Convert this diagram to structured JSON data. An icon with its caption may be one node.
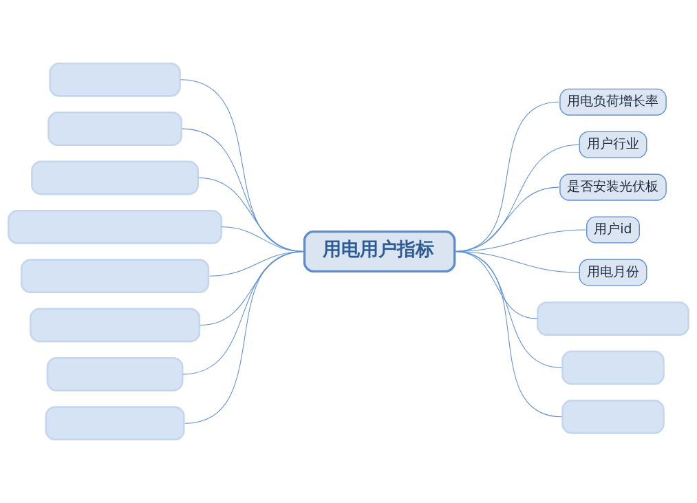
{
  "diagram": {
    "nodes": [
      {
        "text": [
          "用电用户指标"
        ]
      },
      {
        "text": [
          "用电负荷增长率"
        ]
      },
      {
        "text": [
          "用户行业"
        ]
      },
      {
        "text": [
          "是否安装光伏板"
        ]
      },
      {
        "text": [
          "用户id"
        ]
      },
      {
        "text": [
          "用电月份"
        ]
      },
      {
        "text": [],
        "shape": "box"
      },
      {
        "text": [],
        "shape": "box"
      },
      {
        "text": [],
        "shape": "box"
      },
      {
        "text": [],
        "shape": "box"
      },
      {
        "text": [],
        "shape": "box"
      },
      {
        "text": [],
        "shape": "box"
      },
      {
        "text": [],
        "shape": "box"
      },
      {
        "text": [],
        "shape": "box"
      },
      {
        "text": [],
        "shape": "box"
      },
      {
        "text": [],
        "shape": "box"
      },
      {
        "text": [],
        "shape": "box"
      }
    ],
    "edges": [
      {
        "from": 0,
        "to": 1,
        "arrow": "none"
      },
      {
        "from": 0,
        "to": 2,
        "arrow": "none"
      },
      {
        "from": 0,
        "to": 3,
        "arrow": "none"
      },
      {
        "from": 0,
        "to": 4,
        "arrow": "none"
      },
      {
        "from": 0,
        "to": 5,
        "arrow": "none"
      },
      {
        "from": 0,
        "to": 6,
        "arrow": "none"
      },
      {
        "from": 0,
        "to": 7,
        "arrow": "none"
      },
      {
        "from": 0,
        "to": 8,
        "arrow": "none"
      },
      {
        "from": 0,
        "to": 9,
        "arrow": "none"
      },
      {
        "from": 0,
        "to": 10,
        "arrow": "none"
      },
      {
        "from": 0,
        "to": 11,
        "arrow": "none"
      },
      {
        "from": 0,
        "to": 12,
        "arrow": "none"
      },
      {
        "from": 0,
        "to": 13,
        "arrow": "none"
      },
      {
        "from": 0,
        "to": 14,
        "arrow": "none"
      },
      {
        "from": 0,
        "to": 15,
        "arrow": "none"
      },
      {
        "from": 0,
        "to": 16,
        "arrow": "none"
      }
    ]
  }
}
